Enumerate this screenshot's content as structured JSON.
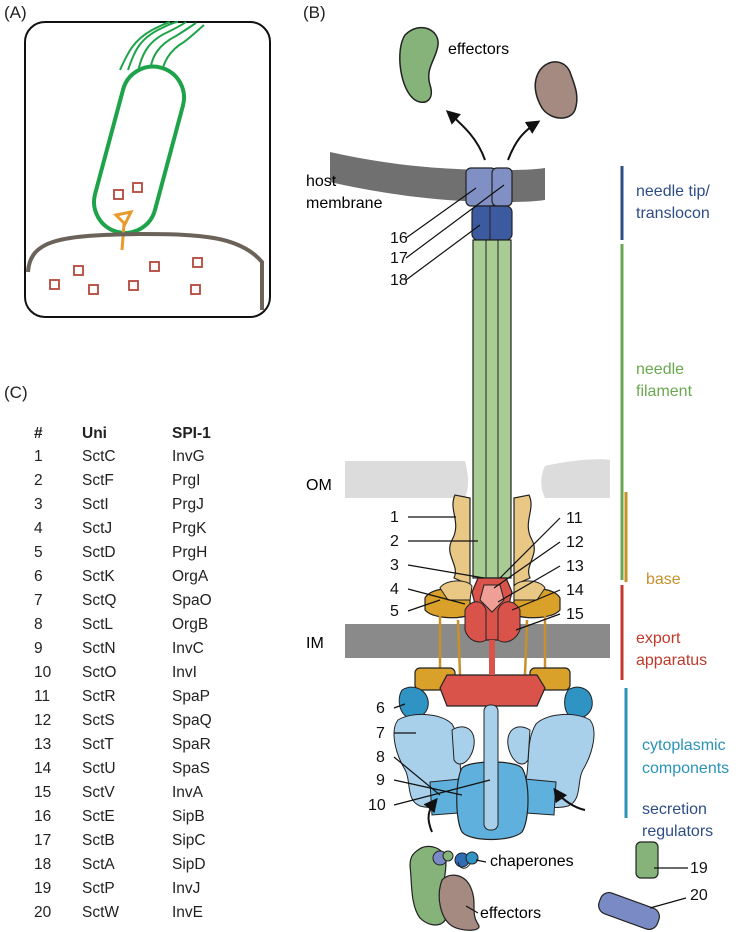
{
  "panels": {
    "a": "(A)",
    "b": "(B)",
    "c": "(C)"
  },
  "table": {
    "headers": [
      "#",
      "Uni",
      "SPI-1"
    ],
    "rows": [
      [
        "1",
        "SctC",
        "InvG"
      ],
      [
        "2",
        "SctF",
        "PrgI"
      ],
      [
        "3",
        "SctI",
        "PrgJ"
      ],
      [
        "4",
        "SctJ",
        "PrgK"
      ],
      [
        "5",
        "SctD",
        "PrgH"
      ],
      [
        "6",
        "SctK",
        "OrgA"
      ],
      [
        "7",
        "SctQ",
        "SpaO"
      ],
      [
        "8",
        "SctL",
        "OrgB"
      ],
      [
        "9",
        "SctN",
        "InvC"
      ],
      [
        "10",
        "SctO",
        "InvI"
      ],
      [
        "11",
        "SctR",
        "SpaP"
      ],
      [
        "12",
        "SctS",
        "SpaQ"
      ],
      [
        "13",
        "SctT",
        "SpaR"
      ],
      [
        "14",
        "SctU",
        "SpaS"
      ],
      [
        "15",
        "SctV",
        "InvA"
      ],
      [
        "16",
        "SctE",
        "SipB"
      ],
      [
        "17",
        "SctB",
        "SipC"
      ],
      [
        "18",
        "SctA",
        "SipD"
      ],
      [
        "19",
        "SctP",
        "InvJ"
      ],
      [
        "20",
        "SctW",
        "InvE"
      ]
    ]
  },
  "labels": {
    "effectors_top": "effectors",
    "host_membrane": [
      "host",
      "membrane"
    ],
    "om": "OM",
    "im": "IM",
    "chaperones": "chaperones",
    "effectors_bottom": "effectors"
  },
  "callouts": [
    "1",
    "2",
    "3",
    "4",
    "5",
    "6",
    "7",
    "8",
    "9",
    "10",
    "11",
    "12",
    "13",
    "14",
    "15",
    "16",
    "17",
    "18",
    "19",
    "20"
  ],
  "legend": [
    {
      "lines": [
        "needle tip/",
        "translocon"
      ],
      "color": "#2e4d87"
    },
    {
      "lines": [
        "needle",
        "filament"
      ],
      "color": "#6aa84f"
    },
    {
      "lines": [
        "base"
      ],
      "color": "#c8902a"
    },
    {
      "lines": [
        "export",
        "apparatus"
      ],
      "color": "#c0392b"
    },
    {
      "lines": [
        "cytoplasmic",
        "components"
      ],
      "color": "#2a93b8"
    },
    {
      "lines": [
        "secretion",
        "regulators"
      ],
      "color": "#2e4d87"
    }
  ],
  "colors": {
    "bacterium": "#1ea34a",
    "secretion_system": "#e89a2b",
    "effector_box": "#b5463a",
    "host_cell": "#6b6259",
    "membrane_grey": "#7a7a7a",
    "om_grey": "#dcdcdc",
    "needle": "#a8cc94",
    "needle_tip": "#8090c4",
    "translocon_dark": "#3c5aa0",
    "base": "#e9c784",
    "base_dark": "#d9a02a",
    "export": "#d9534a",
    "export_light": "#ef9f96",
    "cyto_light": "#a8d0ea",
    "cyto_mid": "#5fb0dc",
    "cyto_dark": "#2f93c4",
    "effector_green": "#86b37a",
    "effector_brown": "#a58a82",
    "effector_blue": "#7a8ac4"
  }
}
